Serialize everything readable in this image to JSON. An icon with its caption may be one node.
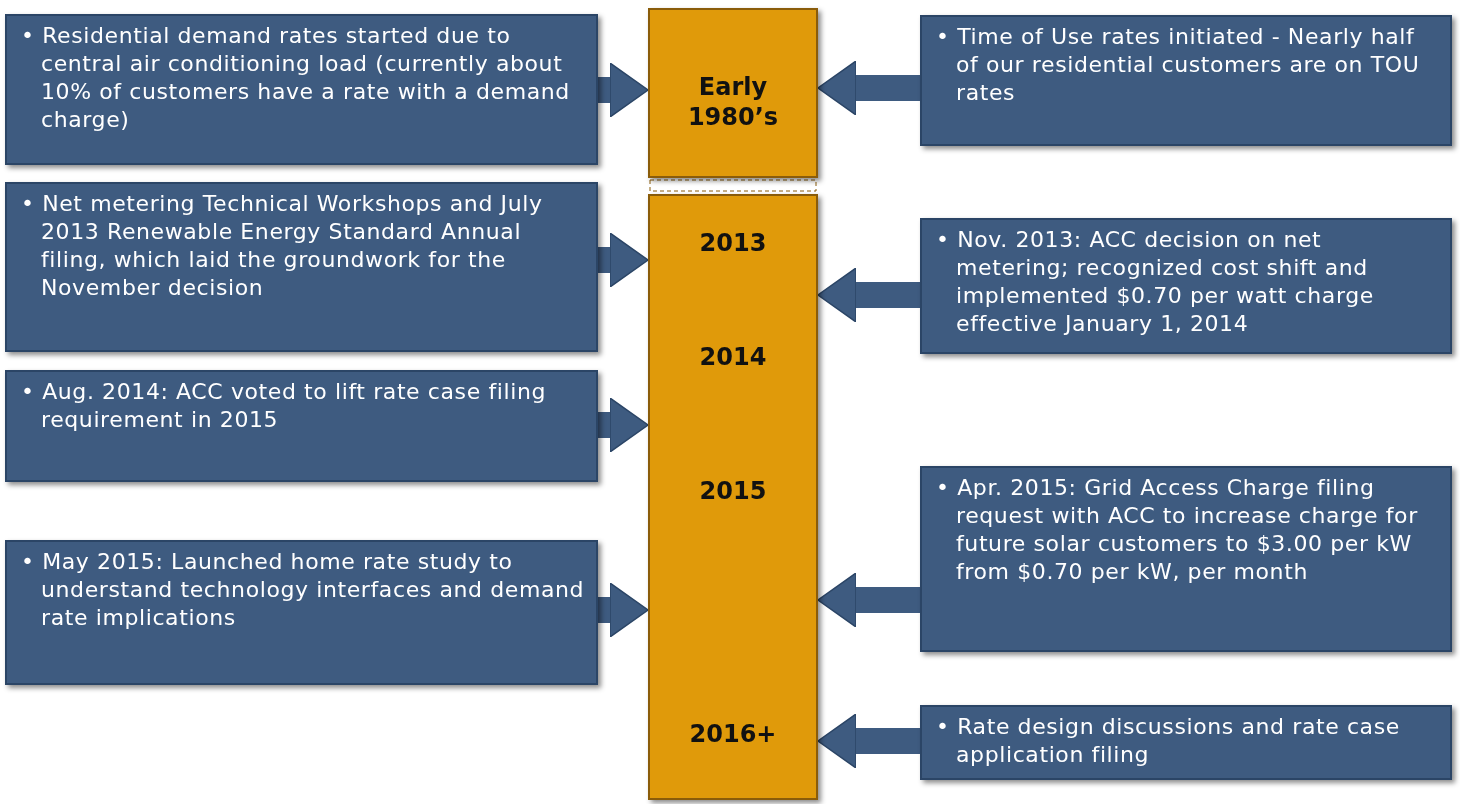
{
  "diagram": {
    "nodes": [
      {
        "text": [
          "Early 1980’s"
        ]
      },
      {
        "text": [
          "2013",
          "2014",
          "2015",
          "2016+"
        ]
      },
      {
        "text": [
          "• Residential demand rates started due to central air conditioning load (currently about 10% of customers have a rate with a demand charge)"
        ]
      },
      {
        "text": [
          "• Net metering Technical Workshops and July 2013 Renewable Energy Standard Annual filing, which laid the groundwork for the November decision"
        ]
      },
      {
        "text": [
          "• Aug. 2014: ACC voted to lift rate case filing requirement in 2015"
        ]
      },
      {
        "text": [
          "• May 2015: Launched home rate study to understand technology interfaces and demand rate implications"
        ]
      },
      {
        "text": [
          "• Time of Use rates initiated - Nearly half of our residential customers are on TOU rates"
        ]
      },
      {
        "text": [
          "• Nov. 2013: ACC decision on net metering; recognized cost shift and implemented $0.70 per watt charge effective January 1, 2014"
        ]
      },
      {
        "text": [
          "• Apr. 2015: Grid Access Charge filing request with ACC to increase charge for future solar customers to $3.00 per kW from $0.70 per kW, per month"
        ]
      },
      {
        "text": [
          "• Rate design discussions and rate case application filing"
        ]
      }
    ],
    "edges": [
      {
        "from": 2,
        "to": 0,
        "arrow": "to"
      },
      {
        "from": 6,
        "to": 0,
        "arrow": "to"
      },
      {
        "from": 3,
        "to": 1,
        "arrow": "to"
      },
      {
        "from": 7,
        "to": 1,
        "arrow": "to"
      },
      {
        "from": 4,
        "to": 1,
        "arrow": "to"
      },
      {
        "from": 8,
        "to": 1,
        "arrow": "to"
      },
      {
        "from": 5,
        "to": 1,
        "arrow": "to"
      },
      {
        "from": 9,
        "to": 1,
        "arrow": "to"
      }
    ]
  }
}
